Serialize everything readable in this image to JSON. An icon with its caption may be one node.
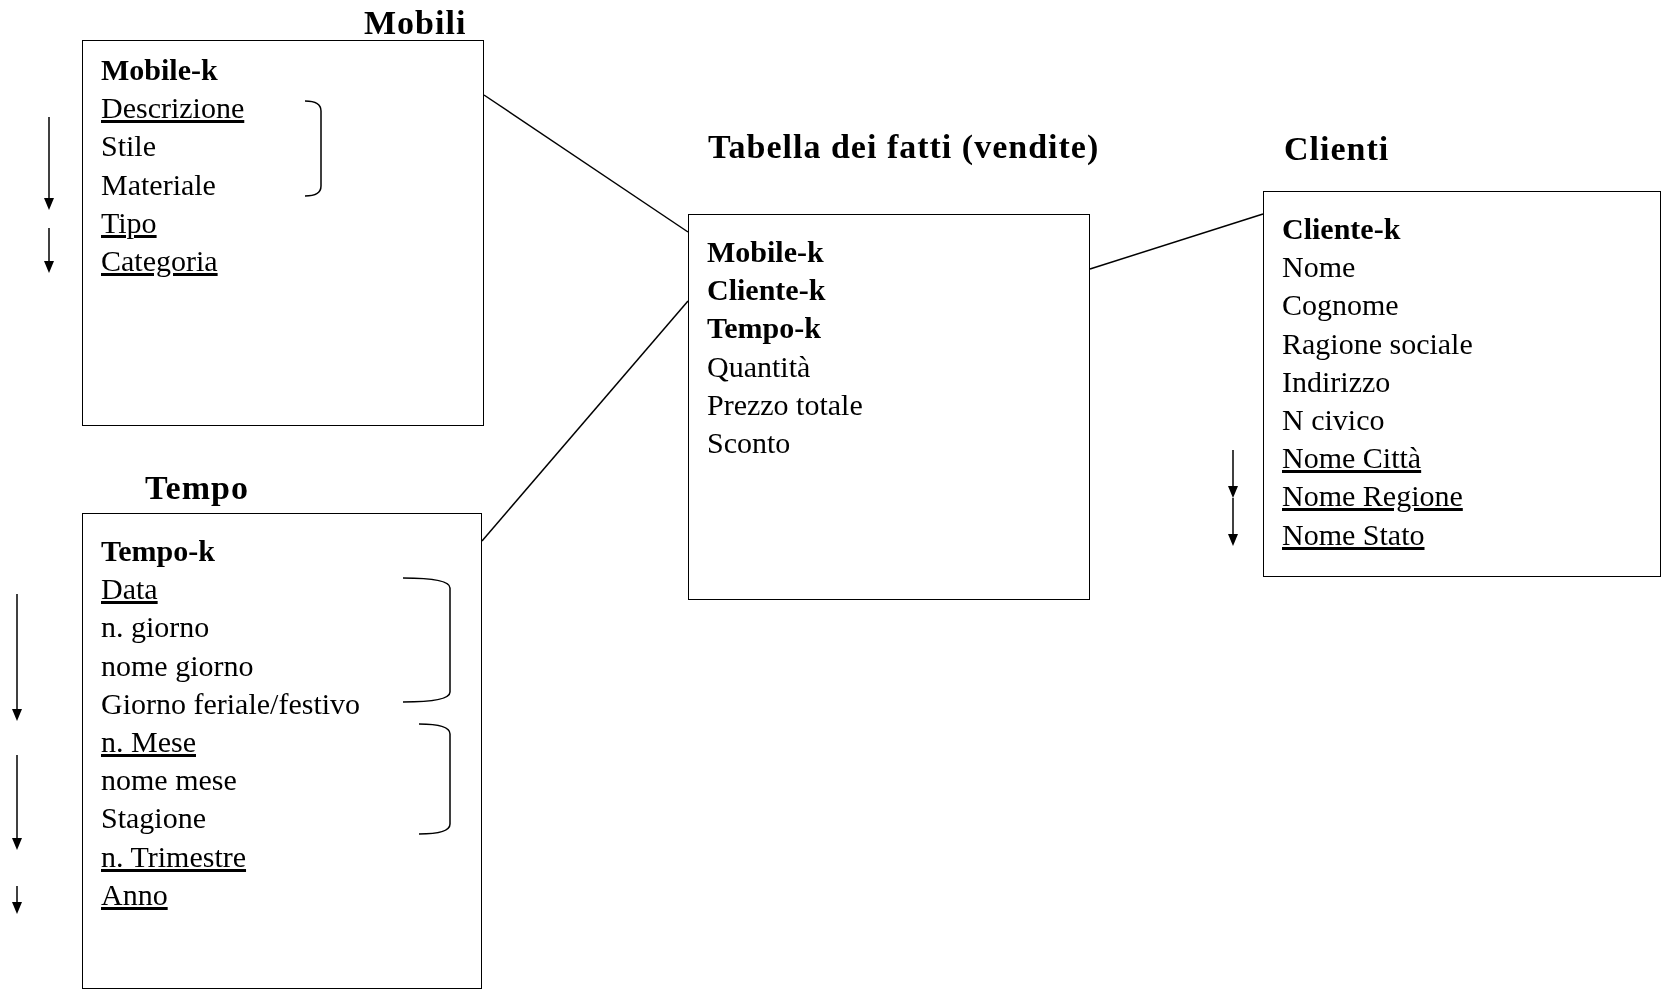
{
  "diagram": {
    "nodes": [
      {
        "text": [
          "Mobili",
          "Mobile-k",
          "Descrizione",
          "Stile",
          "Materiale",
          "Tipo",
          "Categoria"
        ]
      },
      {
        "text": [
          "Tabella dei fatti (vendite)",
          "Mobile-k",
          "Cliente-k",
          "Tempo-k",
          "Quantità",
          "Prezzo totale",
          "Sconto"
        ]
      },
      {
        "text": [
          "Clienti",
          "Cliente-k",
          "Nome",
          "Cognome",
          "Ragione sociale",
          "Indirizzo",
          "N civico",
          "Nome Città",
          "Nome Regione",
          "Nome Stato"
        ]
      },
      {
        "text": [
          "Tempo",
          "Tempo-k",
          "Data",
          "n. giorno",
          "nome giorno",
          "Giorno feriale/festivo",
          "n. Mese",
          "nome mese",
          "Stagione",
          "n. Trimestre",
          "Anno"
        ]
      }
    ],
    "edges": [
      {
        "from": 0,
        "to": 1,
        "arrow": "none"
      },
      {
        "from": 1,
        "to": 2,
        "arrow": "none"
      },
      {
        "from": 3,
        "to": 1,
        "arrow": "none"
      }
    ]
  }
}
